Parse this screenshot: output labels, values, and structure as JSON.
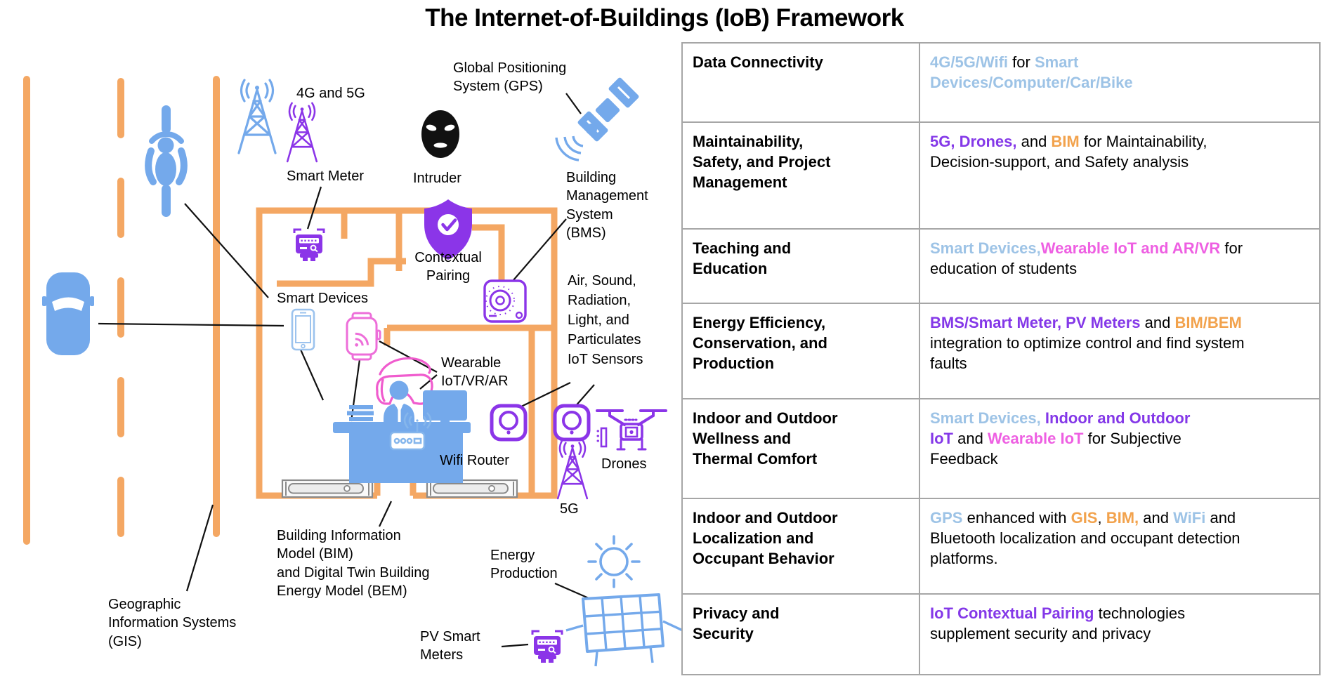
{
  "title": "The Internet-of-Buildings (IoB) Framework",
  "colors": {
    "wall_orange": "#F4A763",
    "icon_blue": "#74A9EB",
    "icon_light_blue": "#9CC3EE",
    "icon_purple": "#8B35E8",
    "icon_pink": "#ED6ED9",
    "icon_magenta": "#F05CCE",
    "text_blue": "#9DC3E6",
    "text_purple": "#8438E8",
    "text_orange": "#F2A24C",
    "text_pink": "#EE5FE2",
    "line_black": "#111111",
    "table_border": "#A6A6A6"
  },
  "diagram": {
    "labels": {
      "four_five_g": "4G and 5G",
      "gps": "Global Positioning\nSystem (GPS)",
      "smart_meter": "Smart Meter",
      "intruder": "Intruder",
      "bms": "Building\nManagement\nSystem\n(BMS)",
      "contextual_pairing": "Contextual\nPairing",
      "smart_devices": "Smart Devices",
      "wearable": "Wearable\nIoT/VR/AR",
      "air_sensors": "Air, Sound,\nRadiation,\nLight, and\nParticulates\nIoT Sensors",
      "wifi_router": "Wifi Router",
      "drones": "Drones",
      "five_g": "5G",
      "bim_bem": "Building Information\nModel (BIM)\nand Digital Twin Building\nEnergy Model (BEM)",
      "energy_production": "Energy\nProduction",
      "pv_smart_meters": "PV Smart\nMeters",
      "gis": "Geographic\nInformation Systems\n(GIS)"
    }
  },
  "table": {
    "rows": [
      {
        "topic": "Data Connectivity",
        "height": 113,
        "segments": [
          {
            "text": "4G/5G/Wifi",
            "style": "blue"
          },
          {
            "text": " for ",
            "style": "plain"
          },
          {
            "text": "Smart\nDevices/Computer/Car/Bike",
            "style": "blue"
          }
        ]
      },
      {
        "topic": "Maintainability,\nSafety, and Project\nManagement",
        "height": 152,
        "segments": [
          {
            "text": "5G, Drones,",
            "style": "purple"
          },
          {
            "text": " and ",
            "style": "plain"
          },
          {
            "text": "BIM",
            "style": "orange"
          },
          {
            "text": " for Maintainability,\nDecision-support, and Safety analysis",
            "style": "plain"
          }
        ]
      },
      {
        "topic": "Teaching and\nEducation",
        "height": 106,
        "segments": [
          {
            "text": "Smart Devices,",
            "style": "blue"
          },
          {
            "text": "Wearable IoT and AR/VR",
            "style": "pink"
          },
          {
            "text": " for\neducation of students",
            "style": "plain"
          }
        ]
      },
      {
        "topic": "Energy Efficiency,\nConservation, and\nProduction",
        "height": 136,
        "segments": [
          {
            "text": "BMS/Smart Meter, PV Meters",
            "style": "purple"
          },
          {
            "text": " and ",
            "style": "plain"
          },
          {
            "text": "BIM/BEM",
            "style": "orange"
          },
          {
            "text": "\nintegration to optimize control and find system\nfaults",
            "style": "plain"
          }
        ]
      },
      {
        "topic": "Indoor and Outdoor\nWellness and\nThermal Comfort",
        "height": 142,
        "segments": [
          {
            "text": "Smart Devices,",
            "style": "blue"
          },
          {
            "text": " ",
            "style": "plain"
          },
          {
            "text": "Indoor and Outdoor\nIoT",
            "style": "purple"
          },
          {
            "text": " and ",
            "style": "plain"
          },
          {
            "text": "Wearable IoT",
            "style": "pink"
          },
          {
            "text": " for Subjective\nFeedback",
            "style": "plain"
          }
        ]
      },
      {
        "topic": "Indoor and Outdoor\nLocalization and\nOccupant Behavior",
        "height": 136,
        "segments": [
          {
            "text": "GPS",
            "style": "blue"
          },
          {
            "text": " enhanced with ",
            "style": "plain"
          },
          {
            "text": "GIS",
            "style": "orange"
          },
          {
            "text": ", ",
            "style": "plain"
          },
          {
            "text": "BIM,",
            "style": "orange"
          },
          {
            "text": " and ",
            "style": "plain"
          },
          {
            "text": "WiFi",
            "style": "blue"
          },
          {
            "text": " and\nBluetooth localization and occupant detection\nplatforms.",
            "style": "plain"
          }
        ]
      },
      {
        "topic": "Privacy and\nSecurity",
        "height": 115,
        "segments": [
          {
            "text": "IoT Contextual Pairing",
            "style": "purple"
          },
          {
            "text": " technologies\nsupplement security and privacy",
            "style": "plain"
          }
        ]
      }
    ]
  }
}
